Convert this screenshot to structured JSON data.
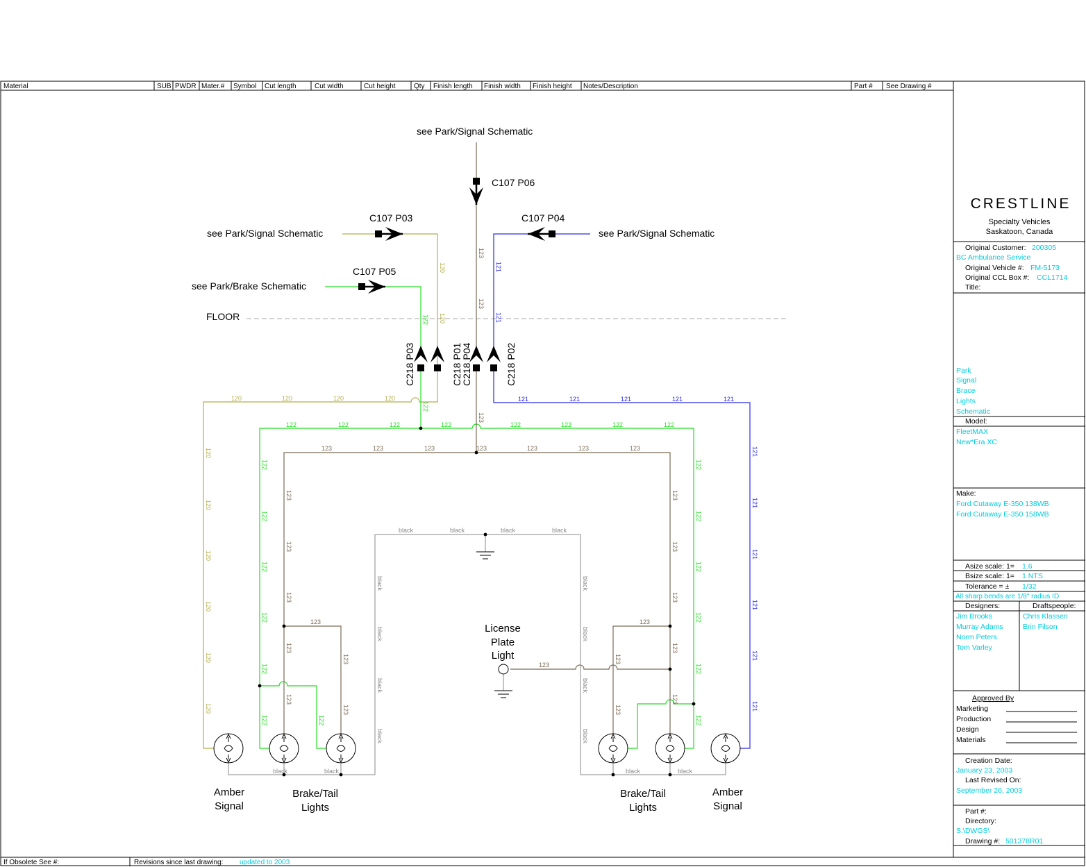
{
  "colors": {
    "w120": "#b4ae4e",
    "w121": "#2a2ae6",
    "w122": "#22dd22",
    "w123": "#7a6a55",
    "black_wire": "#8a8a8a",
    "cyan_text": "#00ccdd",
    "frame": "#000000"
  },
  "header_columns": [
    "Material",
    "SUB",
    "PWDR",
    "Mater.#",
    "Symbol",
    "Cut length",
    "Cut width",
    "Cut height",
    "Qty",
    "Finish length",
    "Finish width",
    "Finish height",
    "Notes/Description",
    "Part #",
    "See Drawing #"
  ],
  "footer": {
    "obsolete_label": "If Obsolete See #:",
    "revisions_label": "Revisions since last drawing:",
    "revisions_value": "updated to 2003"
  },
  "diagram": {
    "refs": {
      "top": "see Park/Signal Schematic",
      "left_signal": "see Park/Signal Schematic",
      "left_brake": "see Park/Brake Schematic",
      "right_signal": "see Park/Signal Schematic"
    },
    "connectors": {
      "p06": "C107 P06",
      "p03": "C107 P03",
      "p04": "C107 P04",
      "p05": "C107 P05",
      "c218_p03": "C218 P03",
      "c218_p01": "C218 P01",
      "c218_p04": "C218 P04",
      "c218_p02": "C218 P02"
    },
    "floor_label": "FLOOR",
    "wire_labels": {
      "w120": "120",
      "w121": "121",
      "w122": "122",
      "w123": "123",
      "black": "black"
    },
    "lamps": {
      "amber_left": [
        "Amber",
        "Signal"
      ],
      "brake_left": [
        "Brake/Tail",
        "Lights"
      ],
      "license": [
        "License",
        "Plate",
        "Light"
      ],
      "brake_right": [
        "Brake/Tail",
        "Lights"
      ],
      "amber_right": [
        "Amber",
        "Signal"
      ]
    }
  },
  "title_block": {
    "logo": "CRESTLINE",
    "company_line1": "Specialty Vehicles",
    "company_line2": "Saskatoon, Canada",
    "original_customer_label": "Original Customer:",
    "original_customer_value": "200305",
    "customer_name": "BC Ambulance Service",
    "original_vehicle_label": "Original Vehicle #:",
    "original_vehicle_value": "FM-5173",
    "original_ccl_label": "Original CCL Box #:",
    "original_ccl_value": "CCL1714",
    "title_label": "Title:",
    "title_lines": [
      "Park",
      "Signal",
      "Brace",
      "Lights",
      "Schematic"
    ],
    "model_label": "Model:",
    "model_lines": [
      "FleetMAX",
      "New*Era XC"
    ],
    "make_label": "Make:",
    "make_lines": [
      "Ford Cutaway E-350 138WB",
      "Ford Cutaway E-350 158WB"
    ],
    "asize_label": "Asize scale: 1=",
    "asize_value": "1.6",
    "bsize_label": "Bsize scale: 1=",
    "bsize_value": "1   NTS",
    "tolerance_label": "Tolerance = ±",
    "tolerance_value": "1/32",
    "bends_note": "All sharp bends are 1/8\" radius ID",
    "designers_label": "Designers:",
    "draftspeople_label": "Draftspeople:",
    "designers": [
      "Jim Brooks",
      "Murray Adams",
      "Norm Peters",
      "Tom Varley"
    ],
    "draftspeople": [
      "Chris Klassen",
      "Erin Filson"
    ],
    "approved_label": "Approved By",
    "approvals": [
      "Marketing",
      "Production",
      "Design",
      "Materials"
    ],
    "creation_label": "Creation Date:",
    "creation_value": "January 23, 2003",
    "revised_label": "Last Revised On:",
    "revised_value": "September 26, 2003",
    "part_label": "Part #:",
    "directory_label": "Directory:",
    "directory_value": "S:\\DWGS\\",
    "drawing_label": "Drawing #:",
    "drawing_value": "501378R01"
  }
}
